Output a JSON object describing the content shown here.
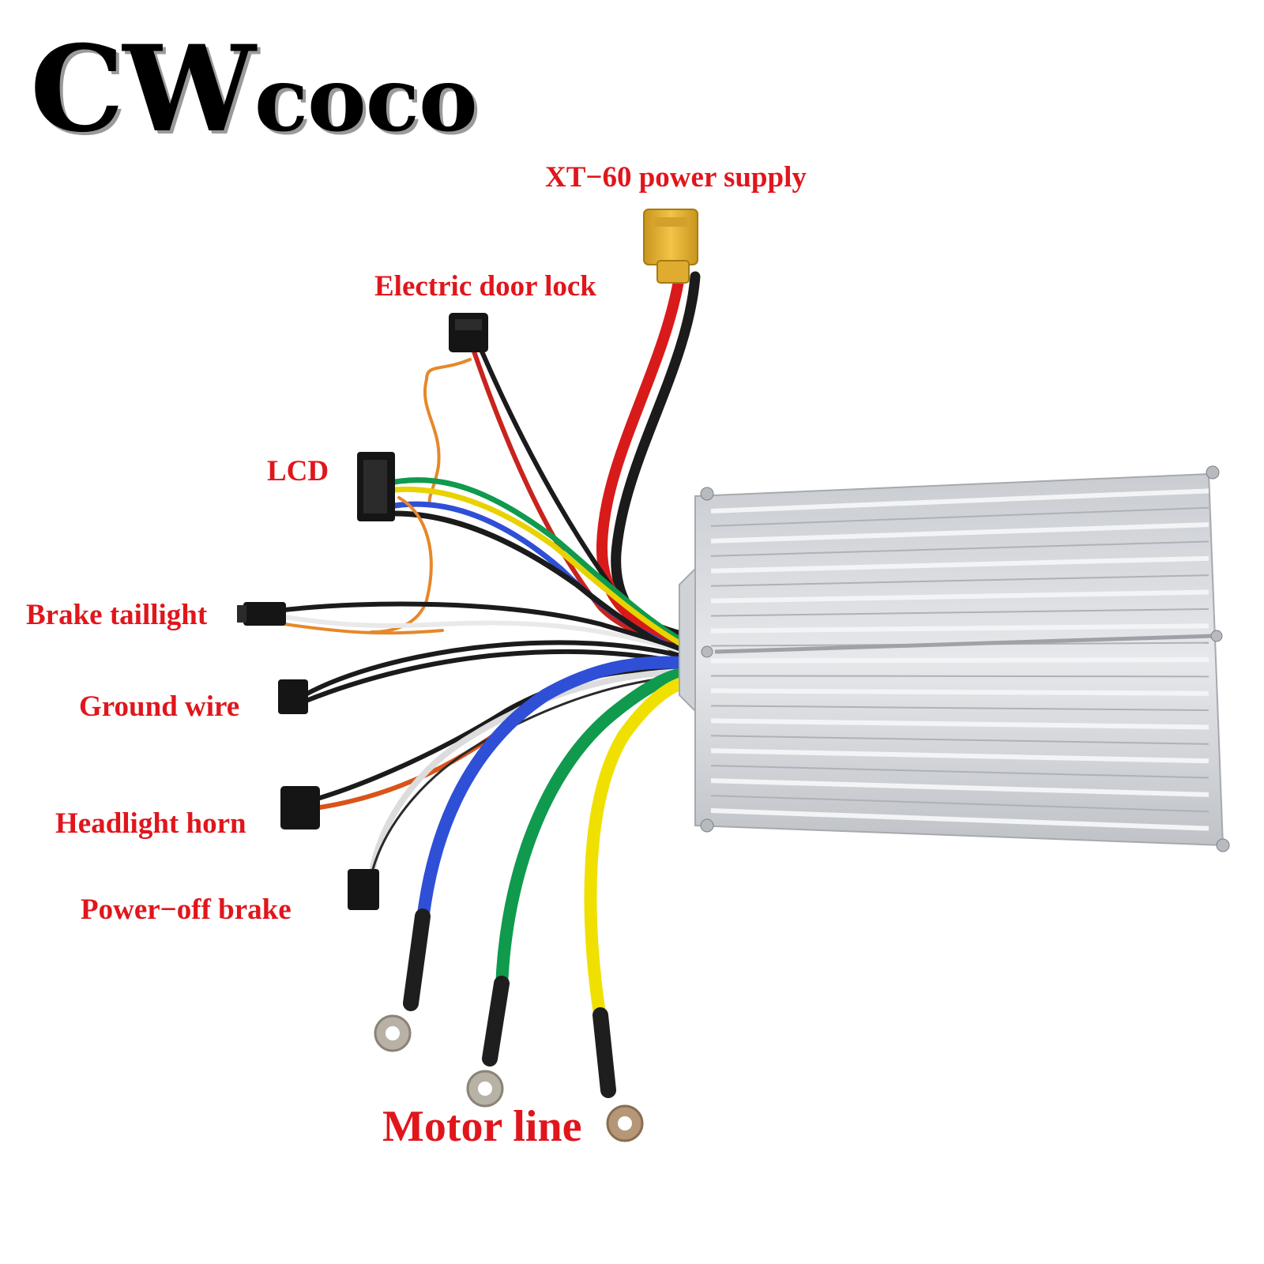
{
  "brand": {
    "part1": "CW",
    "part2": "coco"
  },
  "colors": {
    "label": "#e0161c",
    "housing": "#d8dade",
    "fin": "#eef0f2",
    "xt60": "#e8b93a",
    "wire_red": "#d91a1a",
    "wire_black": "#1b1b1b",
    "wire_blue": "#2f4fd6",
    "wire_green": "#0f9a4e",
    "wire_yellow": "#f0e000",
    "wire_orange": "#e6882a",
    "wire_white": "#f4f4f4"
  },
  "labels": {
    "xt60": "XT−60 power supply",
    "door_lock": "Electric door lock",
    "lcd": "LCD",
    "brake_taillight": "Brake taillight",
    "ground_wire": "Ground wire",
    "headlight_horn": "Headlight horn",
    "power_off_brake": "Power−off brake",
    "motor_line": "Motor line"
  }
}
